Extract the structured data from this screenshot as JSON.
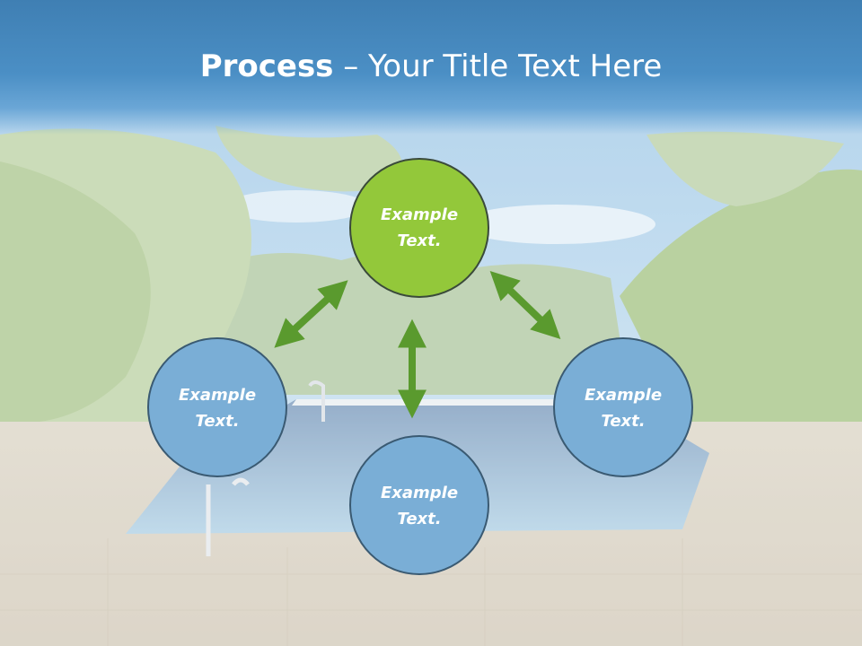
{
  "slide": {
    "title_bold": "Process",
    "title_rest": " – Your Title Text Here"
  },
  "colors": {
    "green_node": "#93c83a",
    "blue_node": "#7aaed6",
    "node_border": "#3a5a72",
    "arrow": "#5a9a2e"
  },
  "nodes": [
    {
      "id": "top",
      "line1": "Example",
      "line2": "Text.",
      "color": "green"
    },
    {
      "id": "left",
      "line1": "Example",
      "line2": "Text.",
      "color": "blue"
    },
    {
      "id": "bottom",
      "line1": "Example",
      "line2": "Text.",
      "color": "blue"
    },
    {
      "id": "right",
      "line1": "Example",
      "line2": "Text.",
      "color": "blue"
    }
  ]
}
